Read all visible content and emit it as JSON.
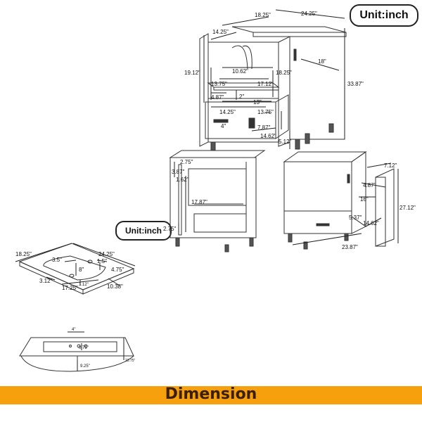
{
  "unit_label_top": "Unit:inch",
  "unit_label_mid": "Unit:inch",
  "banner": {
    "title": "Dimension",
    "color": "#f5a00c"
  },
  "top_view": {
    "depth": "18.25\"",
    "width": "24.25\"",
    "inner_depth": "14.25\"",
    "door_width": "18\"",
    "cabinet_height": "33.87\"",
    "upper_height": "19.12\"",
    "shelf_depth": "10.62\"",
    "inner_depth2": "18.25\"",
    "side_height": "13.75\"",
    "shelf_width": "17.12\"",
    "drawer_gap": "2\"",
    "small_gap": "4.87\"",
    "drawer_depth": "13\"",
    "drawer_width": "14.25\"",
    "drawer_inner": "13.75\"",
    "drawer_handle": "4\"",
    "drawer_height": "7.87\"",
    "drawer_outer": "14.62\"",
    "leg_height": "5.12\""
  },
  "side_view": {
    "top_gap": "2.75\"",
    "opening": "3.87\"",
    "rail": "1.62\"",
    "inner_height": "17.87\"",
    "bottom_gap": "2.75\""
  },
  "front_view": {
    "panel_width": "7.12\"",
    "panel_gap": "4.87\"",
    "inner_width": "16\"",
    "total_height": "27.12\"",
    "drawer_side": "5.37\"",
    "drawer_width": "14.62\"",
    "base_width": "23.87\""
  },
  "basin_view": {
    "depth": "18.25\"",
    "width": "24.25\"",
    "edge": "3.5\"",
    "hole": "1.5\"",
    "bowl_depth": "8\"",
    "side": "4.75\"",
    "bowl_front": "3.12\"",
    "bowl_width": "17.25\"",
    "drain": "1.12\"",
    "bowl_length": "10.38\""
  },
  "basin_top_view": {
    "faucet": "4\"",
    "hole_dia": "0.75\"",
    "drain_offset": "9.25\"",
    "overall": "23.75\""
  }
}
